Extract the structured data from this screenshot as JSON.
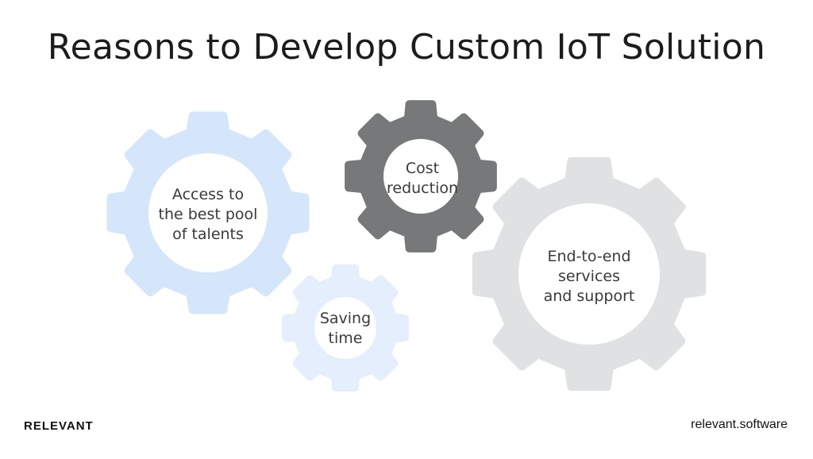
{
  "title": "Reasons to Develop Custom IoT Solution",
  "gears": [
    {
      "id": "talents",
      "lines": [
        "Access to",
        "the best pool",
        "of talents"
      ],
      "color": "#d5e6fb"
    },
    {
      "id": "cost",
      "lines": [
        "Cost",
        "reduction"
      ],
      "color": "#777879"
    },
    {
      "id": "time",
      "lines": [
        "Saving",
        "time"
      ],
      "color": "#e4eefc"
    },
    {
      "id": "services",
      "lines": [
        "End-to-end",
        "services",
        "and support"
      ],
      "color": "#dfe1e3"
    }
  ],
  "footer": {
    "brand": "RELEVANT",
    "site": "relevant.software"
  }
}
